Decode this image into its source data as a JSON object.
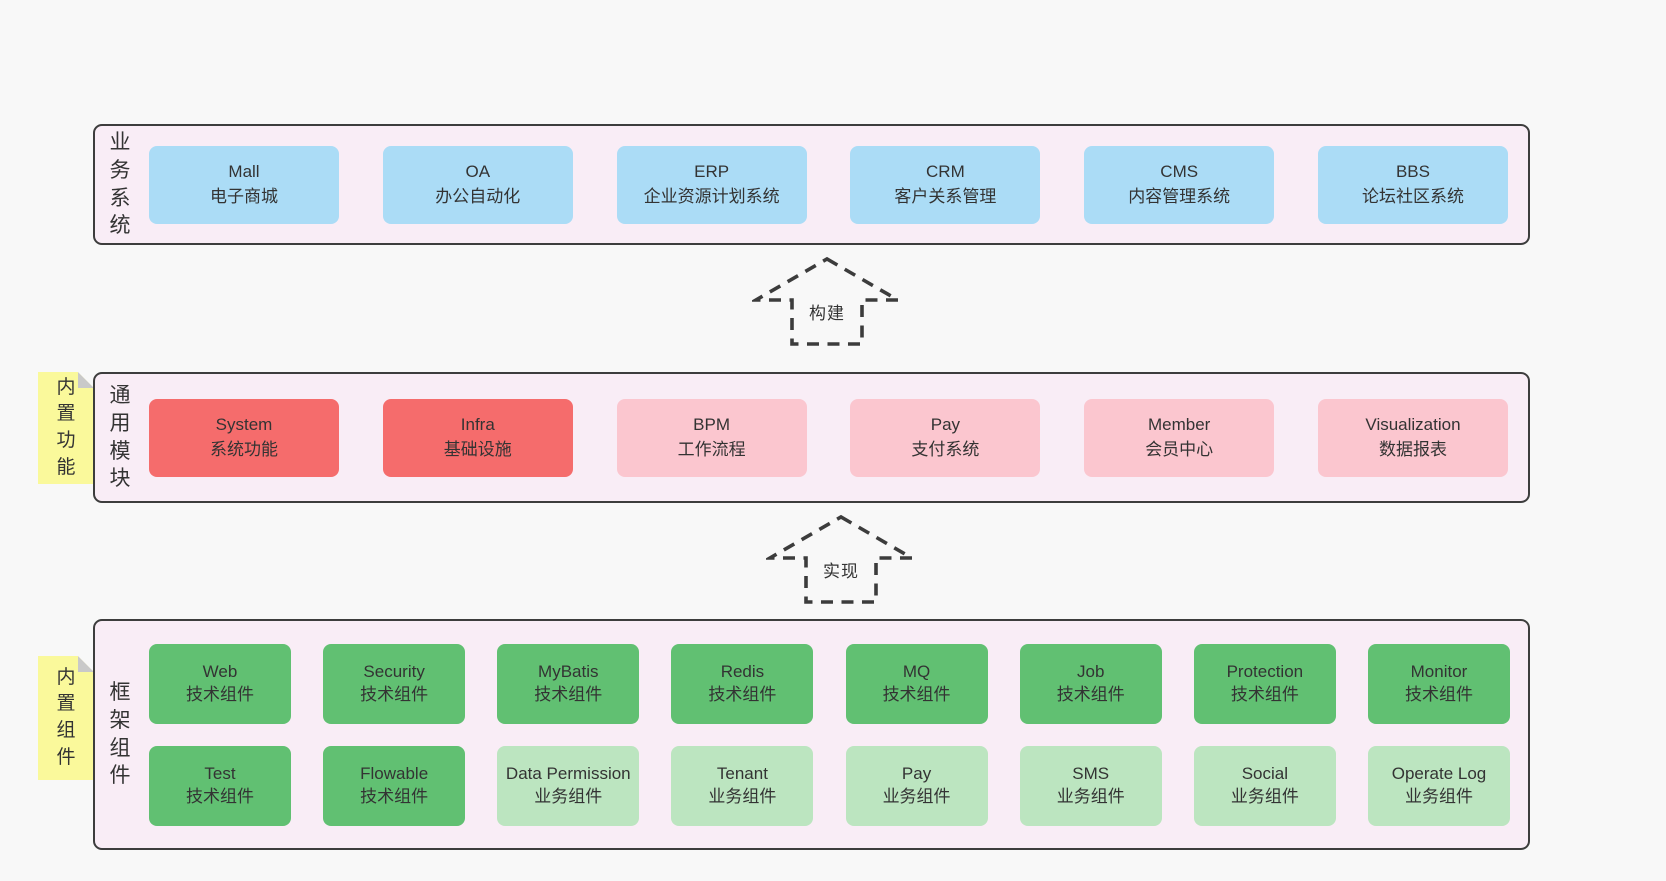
{
  "colors": {
    "page_bg": "#F8F8F8",
    "panel_bg": "#F9EDF6",
    "panel_border": "#3D3D3D",
    "blue_box": "#ABDCF6",
    "red_box": "#F56C6C",
    "pink_box": "#FBC6CF",
    "green_box": "#61C072",
    "light_green_box": "#BCE5C0",
    "note_yellow": "#FAF99B",
    "note_fold_gray": "#C9C9C9",
    "text": "#333333"
  },
  "arrows": [
    {
      "label": "构建"
    },
    {
      "label": "实现"
    }
  ],
  "panels": {
    "business": {
      "side_label": "业务系统",
      "boxes": [
        {
          "name": "Mall",
          "sub": "电子商城"
        },
        {
          "name": "OA",
          "sub": "办公自动化"
        },
        {
          "name": "ERP",
          "sub": "企业资源计划系统"
        },
        {
          "name": "CRM",
          "sub": "客户关系管理"
        },
        {
          "name": "CMS",
          "sub": "内容管理系统"
        },
        {
          "name": "BBS",
          "sub": "论坛社区系统"
        }
      ]
    },
    "modules": {
      "side_label": "通用模块",
      "note": "内置功能",
      "boxes": [
        {
          "name": "System",
          "sub": "系统功能"
        },
        {
          "name": "Infra",
          "sub": "基础设施"
        },
        {
          "name": "BPM",
          "sub": "工作流程"
        },
        {
          "name": "Pay",
          "sub": "支付系统"
        },
        {
          "name": "Member",
          "sub": "会员中心"
        },
        {
          "name": "Visualization",
          "sub": "数据报表"
        }
      ]
    },
    "framework": {
      "side_label": "框架组件",
      "note": "内置组件",
      "rows": [
        [
          {
            "name": "Web",
            "sub": "技术组件"
          },
          {
            "name": "Security",
            "sub": "技术组件"
          },
          {
            "name": "MyBatis",
            "sub": "技术组件"
          },
          {
            "name": "Redis",
            "sub": "技术组件"
          },
          {
            "name": "MQ",
            "sub": "技术组件"
          },
          {
            "name": "Job",
            "sub": "技术组件"
          },
          {
            "name": "Protection",
            "sub": "技术组件"
          },
          {
            "name": "Monitor",
            "sub": "技术组件"
          }
        ],
        [
          {
            "name": "Test",
            "sub": "技术组件"
          },
          {
            "name": "Flowable",
            "sub": "技术组件"
          },
          {
            "name": "Data Permission",
            "sub": "业务组件"
          },
          {
            "name": "Tenant",
            "sub": "业务组件"
          },
          {
            "name": "Pay",
            "sub": "业务组件"
          },
          {
            "name": "SMS",
            "sub": "业务组件"
          },
          {
            "name": "Social",
            "sub": "业务组件"
          },
          {
            "name": "Operate Log",
            "sub": "业务组件"
          }
        ]
      ]
    }
  }
}
